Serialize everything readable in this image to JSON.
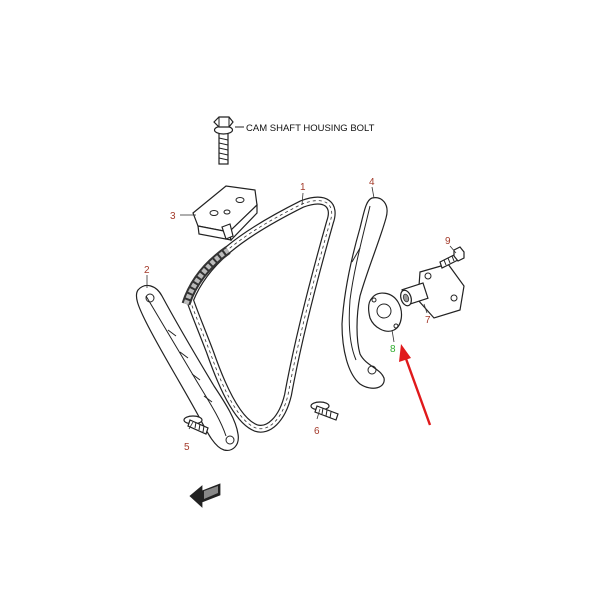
{
  "caption": "CAM SHAFT HOUSING BOLT",
  "callouts": [
    {
      "id": "1",
      "color": "#a33a2a"
    },
    {
      "id": "2",
      "color": "#a33a2a"
    },
    {
      "id": "3",
      "color": "#a33a2a"
    },
    {
      "id": "4",
      "color": "#a33a2a"
    },
    {
      "id": "5",
      "color": "#a33a2a"
    },
    {
      "id": "6",
      "color": "#a33a2a"
    },
    {
      "id": "7",
      "color": "#a33a2a"
    },
    {
      "id": "8",
      "color": "#2fae2f"
    },
    {
      "id": "9",
      "color": "#a33a2a"
    }
  ],
  "colors": {
    "callout_text": "#a33a2a",
    "highlight_text": "#2fae2f",
    "pointer_arrow": "#e0191b",
    "line_art": "#222222"
  },
  "icons": [
    "front-direction-arrow-icon",
    "pointer-arrow-icon"
  ]
}
